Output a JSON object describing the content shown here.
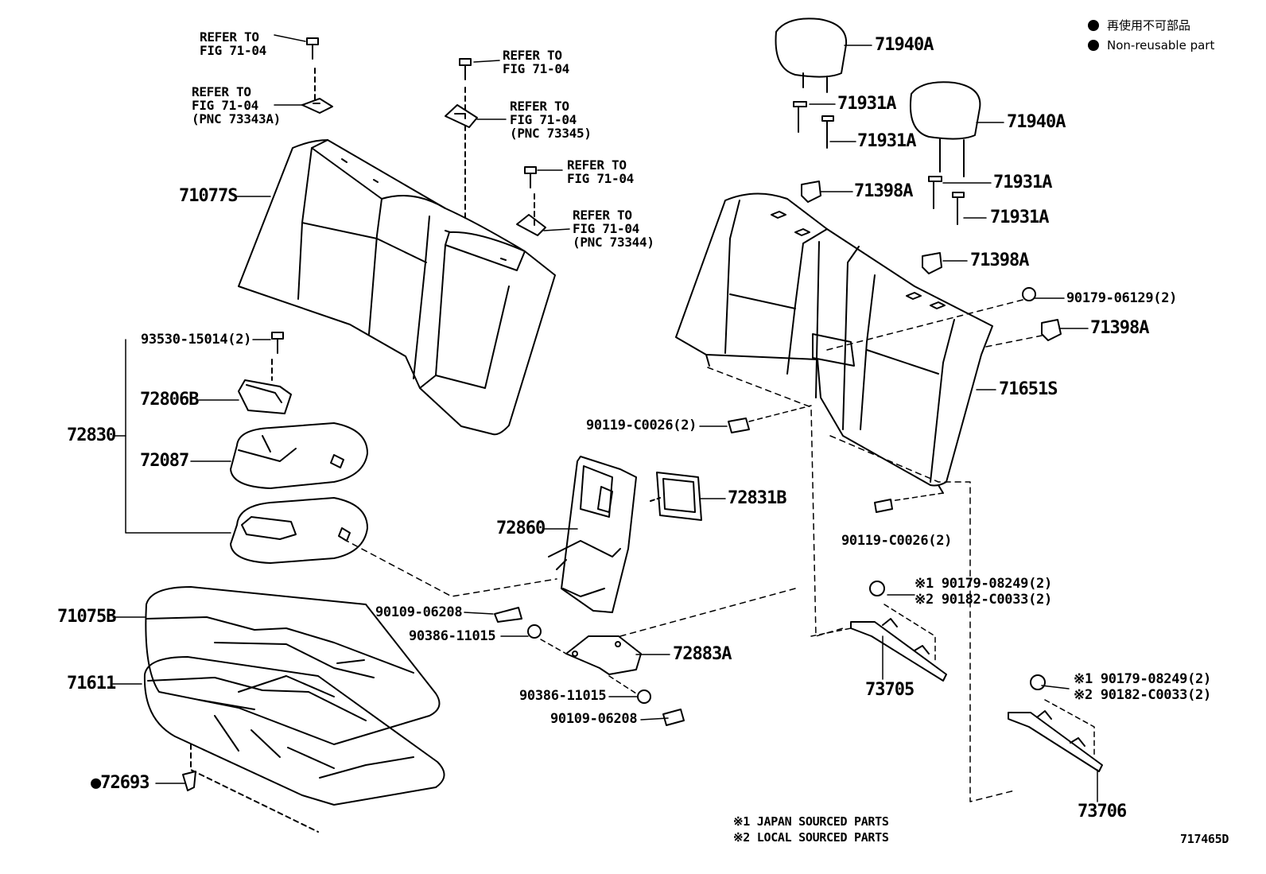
{
  "legend": {
    "non_reusable_jp": "再使用不可部品",
    "non_reusable_en": "Non-reusable part"
  },
  "refs": {
    "r1": [
      "REFER TO",
      "FIG 71-04"
    ],
    "r2": [
      "REFER TO",
      "FIG 71-04",
      "(PNC 73343A)"
    ],
    "r3": [
      "REFER TO",
      "FIG 71-04"
    ],
    "r4": [
      "REFER TO",
      "FIG 71-04",
      "(PNC 73345)"
    ],
    "r5": [
      "REFER TO",
      "FIG 71-04"
    ],
    "r6": [
      "REFER TO",
      "FIG 71-04",
      "(PNC 73344)"
    ]
  },
  "parts": {
    "p71077S": "71077S",
    "p93530": "93530-15014(2)",
    "p72806B": "72806B",
    "p72830": "72830",
    "p72087": "72087",
    "p71075B": "71075B",
    "p71611": "71611",
    "p72693_dot": "●",
    "p72693": "72693",
    "p72860": "72860",
    "p72831B": "72831B",
    "p90109a": "90109-06208",
    "p90386a": "90386-11015",
    "p72883A": "72883A",
    "p90386b": "90386-11015",
    "p90109b": "90109-06208",
    "p90119a": "90119-C0026(2)",
    "p90119b": "90119-C0026(2)",
    "p71940A_1": "71940A",
    "p71940A_2": "71940A",
    "p71931A_1": "71931A",
    "p71931A_2": "71931A",
    "p71931A_3": "71931A",
    "p71931A_4": "71931A",
    "p71398A_1": "71398A",
    "p71398A_2": "71398A",
    "p71398A_3": "71398A",
    "p90179_06129": "90179-06129(2)",
    "p71651S": "71651S",
    "p73705_n1": "※1 90179-08249(2)",
    "p73705_n2": "※2 90182-C0033(2)",
    "p73705": "73705",
    "p73706_n1": "※1 90179-08249(2)",
    "p73706_n2": "※2 90182-C0033(2)",
    "p73706": "73706"
  },
  "notes": {
    "n1": "※1 JAPAN SOURCED PARTS",
    "n2": "※2 LOCAL SOURCED PARTS"
  },
  "figure_id": "717465D"
}
